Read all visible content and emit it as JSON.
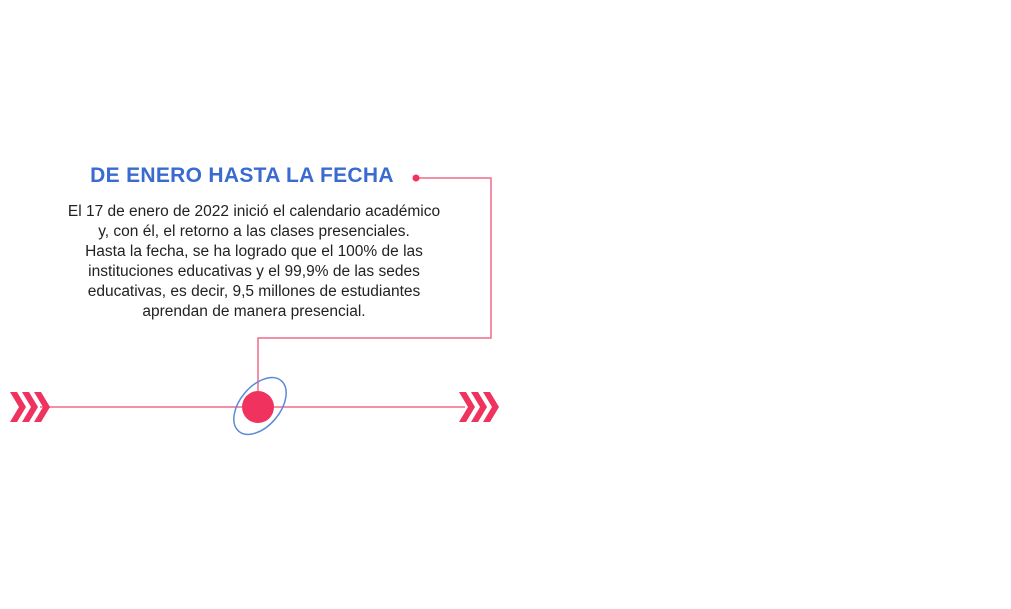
{
  "title": "DE ENERO HASTA LA FECHA",
  "body_lines": [
    "El 17 de enero de 2022 inició el calendario académico",
    "y, con él, el retorno a las clases presenciales.",
    "Hasta la fecha, se ha logrado que el 100% de las",
    "instituciones educativas y el 99,9% de las sedes",
    "educativas, es decir, 9,5 millones de estudiantes",
    "aprendan de manera presencial."
  ],
  "colors": {
    "accent": "#f0325f",
    "title": "#3a6bcf",
    "orbit": "#5b8ad6"
  }
}
